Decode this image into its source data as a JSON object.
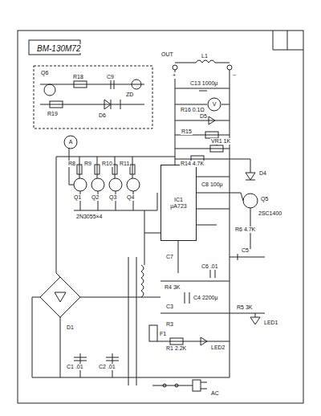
{
  "diagram": {
    "title": "BM-130M72",
    "nodes": [
      {
        "text": [
          "IC1",
          "μA723"
        ]
      },
      {
        "text": [
          "A"
        ]
      },
      {
        "text": [
          "V"
        ]
      }
    ],
    "labels": [
      "OUT",
      "+",
      "−",
      "L1",
      "C13 1000μ",
      "R16 0.1Ω",
      "D5",
      "R15",
      "VR1 1K",
      "R14 4.7K",
      "R8",
      "R9",
      "R10",
      "R11",
      "Q1",
      "Q2",
      "Q3",
      "Q4",
      "2N3055×4",
      "Q5",
      "2SC1400",
      "D4",
      "R6 4.7K",
      "C8 100μ",
      "C7",
      "C6 .01",
      "C5",
      "R5 3K",
      "LED1",
      "R4 3K",
      "C4 2200μ",
      "C3",
      "R3",
      "R1 2.2K",
      "LED2",
      "D1",
      "C1 .01",
      "C2 .01",
      "AC",
      "F1",
      "Q6",
      "R18",
      "C9",
      "R19",
      "D6",
      "ZD"
    ]
  }
}
